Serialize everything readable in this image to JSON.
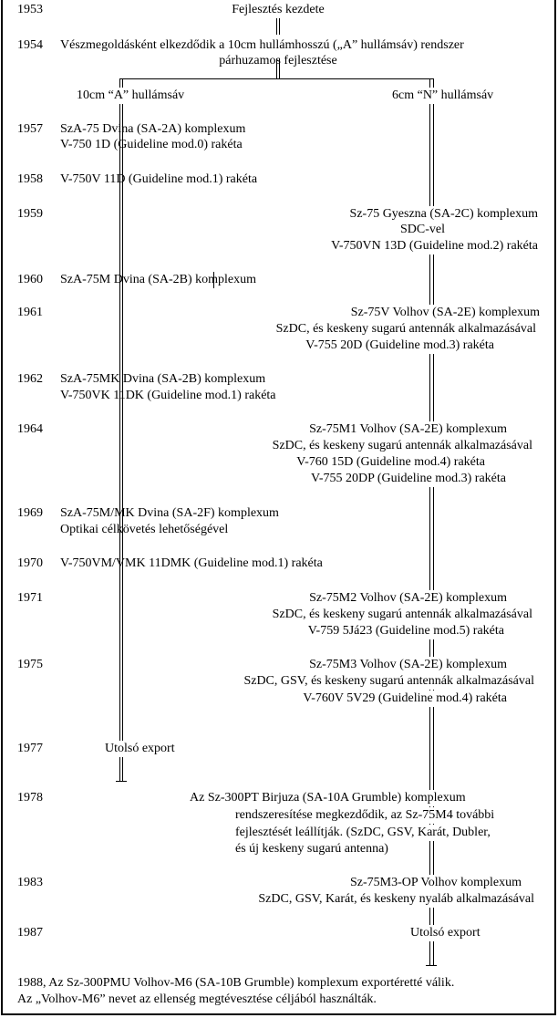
{
  "header": {
    "year_1953": "1953",
    "start_text": "Fejlesztés kezdete",
    "year_1954": "1954",
    "split_line1": "Vészmegoldásként elkezdődik a 10cm hullámhosszú („A” hullámsáv) rendszer",
    "split_line2": "párhuzamos fejlesztése"
  },
  "branches": {
    "a": "10cm “A” hullámsáv",
    "n": "6cm “N” hullámsáv"
  },
  "events": {
    "e1957": {
      "year": "1957",
      "line1": "SzA-75 Dvina (SA-2A) komplexum",
      "line2": "V-750 1D (Guideline mod.0) rakéta"
    },
    "e1958": {
      "year": "1958",
      "line1": "V-750V 11D (Guideline mod.1) rakéta"
    },
    "e1959": {
      "year": "1959",
      "line1": "Sz-75 Gyeszna (SA-2C) komplexum",
      "line2": "SDC-vel",
      "line3": "V-750VN 13D (Guideline mod.2) rakéta"
    },
    "e1960": {
      "year": "1960",
      "line1": "SzA-75M Dvina (SA-2B) komplexum"
    },
    "e1961": {
      "year": "1961",
      "line1": "Sz-75V Volhov (SA-2E) komplexum",
      "line2": "SzDC, és keskeny sugarú antennák alkalmazásával",
      "line3": "V-755 20D (Guideline mod.3) rakéta"
    },
    "e1962": {
      "year": "1962",
      "line1": "SzA-75MK Dvina (SA-2B) komplexum",
      "line2": "V-750VK 11DK (Guideline mod.1) rakéta"
    },
    "e1964": {
      "year": "1964",
      "line1": "Sz-75M1 Volhov (SA-2E) komplexum",
      "line2": "SzDC, és keskeny sugarú antennák alkalmazásával",
      "line3": "V-760 15D (Guideline mod.4) rakéta",
      "line4": "V-755 20DP (Guideline mod.3) rakéta"
    },
    "e1969": {
      "year": "1969",
      "line1": "SzA-75M/MK Dvina (SA-2F) komplexum",
      "line2": "Optikai célkövetés lehetőségével"
    },
    "e1970": {
      "year": "1970",
      "line1": "V-750VM/VMK 11DMK (Guideline mod.1) rakéta"
    },
    "e1971": {
      "year": "1971",
      "line1": "Sz-75M2 Volhov (SA-2E) komplexum",
      "line2": "SzDC, és keskeny sugarú antennák alkalmazásával",
      "line3": "V-759 5Já23 (Guideline mod.5) rakéta"
    },
    "e1975": {
      "year": "1975",
      "line1": "Sz-75M3 Volhov (SA-2E) komplexum",
      "line2": "SzDC, GSV, és keskeny sugarú antennák alkalmazásával",
      "line3": "V-760V 5V29 (Guideline mod.4) rakéta"
    },
    "e1977": {
      "year": "1977",
      "line1": "Utolsó export"
    },
    "e1978": {
      "year": "1978",
      "line1": "Az Sz-300PT Birjuza (SA-10A Grumble) komplexum",
      "line2": "rendszeresítése megkezdődik, az Sz-75M4 további",
      "line3": "fejlesztését leállítják. (SzDC, GSV, Karát, Dubler,",
      "line4": "és új keskeny sugarú antenna)"
    },
    "e1983": {
      "year": "1983",
      "line1": "Sz-75M3-OP Volhov komplexum",
      "line2": "SzDC, GSV, Karát, és keskeny nyaláb alkalmazásával"
    },
    "e1987": {
      "year": "1987",
      "line1": "Utolsó export"
    }
  },
  "footer": {
    "line1": "1988, Az Sz-300PMU Volhov-M6 (SA-10B Grumble) komplexum exportéretté válik.",
    "line2": "Az „Volhov-M6” nevet az ellenség megtévesztése céljából használták."
  }
}
